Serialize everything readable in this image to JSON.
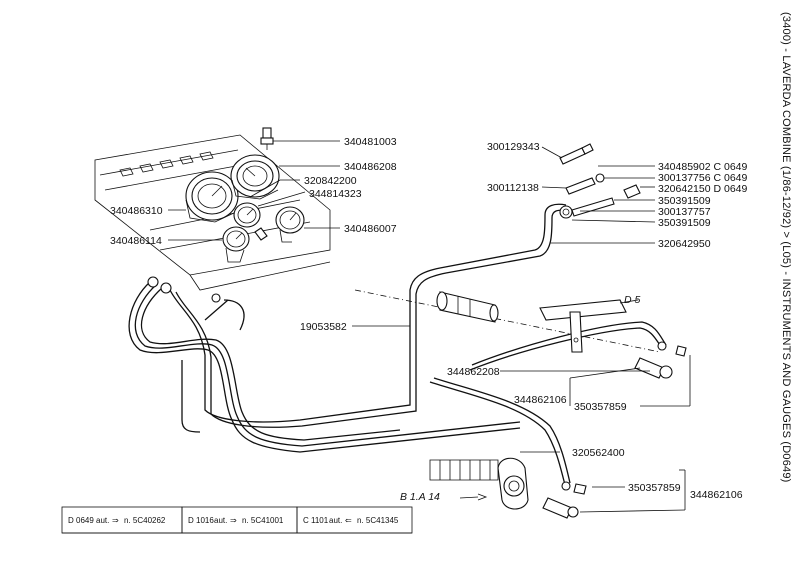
{
  "title": "(3400) - LAVERDA COMBINE (1/86-12/92) > (L05) - INSTRUMENTS AND GAUGES (D0649)",
  "part_labels": {
    "p340481003": "340481003",
    "p340486208": "340486208",
    "p320842200": "320842200",
    "p344814323": "344814323",
    "p340486310": "340486310",
    "p340486007": "340486007",
    "p340486114": "340486114",
    "p300129343": "300129343",
    "p340485902": "340485902 C 0649",
    "p300112138": "300112138",
    "p300137756": "300137756 C 0649",
    "p320642150": "320642150 D 0649",
    "p350391509a": "350391509",
    "p300137757": "300137757",
    "p350391509b": "350391509",
    "p320642950": "320642950",
    "pD5": "D 5",
    "p19053582": "19053582",
    "p344862208": "344862208",
    "p344862106a": "344862106",
    "p350357859a": "350357859",
    "p320562400": "320562400",
    "p350357859b": "350357859",
    "p344862106b": "344862106",
    "pB1A14": "B 1.A 14"
  },
  "footnotes": [
    {
      "code": "D 0649",
      "aut": "aut.",
      "arrow": "⇒",
      "ref": "n. 5C40262"
    },
    {
      "code": "D 1016",
      "aut": "aut.",
      "arrow": "⇒",
      "ref": "n. 5C41001"
    },
    {
      "code": "C 1101",
      "aut": "aut.",
      "arrow": "⇐",
      "ref": "n. 5C41345"
    }
  ]
}
